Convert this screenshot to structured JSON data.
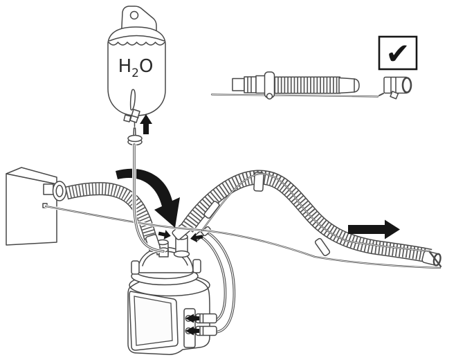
{
  "colors": {
    "background": "#ffffff",
    "line": "#474747",
    "line_light": "#585858",
    "arrow_black": "#161616",
    "text": "#2b2b2b"
  },
  "labels": {
    "water_bag": {
      "h": "H",
      "sub": "2",
      "o": "O",
      "full": "H₂O"
    }
  },
  "icons": {
    "checkmark_glyph": "✔",
    "checkmark_name": "checkmark-icon",
    "arrows": [
      {
        "name": "insert-up-arrow-icon",
        "direction": "up"
      },
      {
        "name": "flow-curved-arrow-icon",
        "direction": "down-right"
      },
      {
        "name": "flow-right-arrow-icon",
        "direction": "right"
      },
      {
        "name": "connect-inlet-arrow-icon",
        "direction": "right"
      },
      {
        "name": "connect-outlet-arrow-icon",
        "direction": "left"
      },
      {
        "name": "plug-jack-arrow-top-icon",
        "direction": "left"
      },
      {
        "name": "plug-jack-arrow-bottom-icon",
        "direction": "left"
      }
    ]
  }
}
